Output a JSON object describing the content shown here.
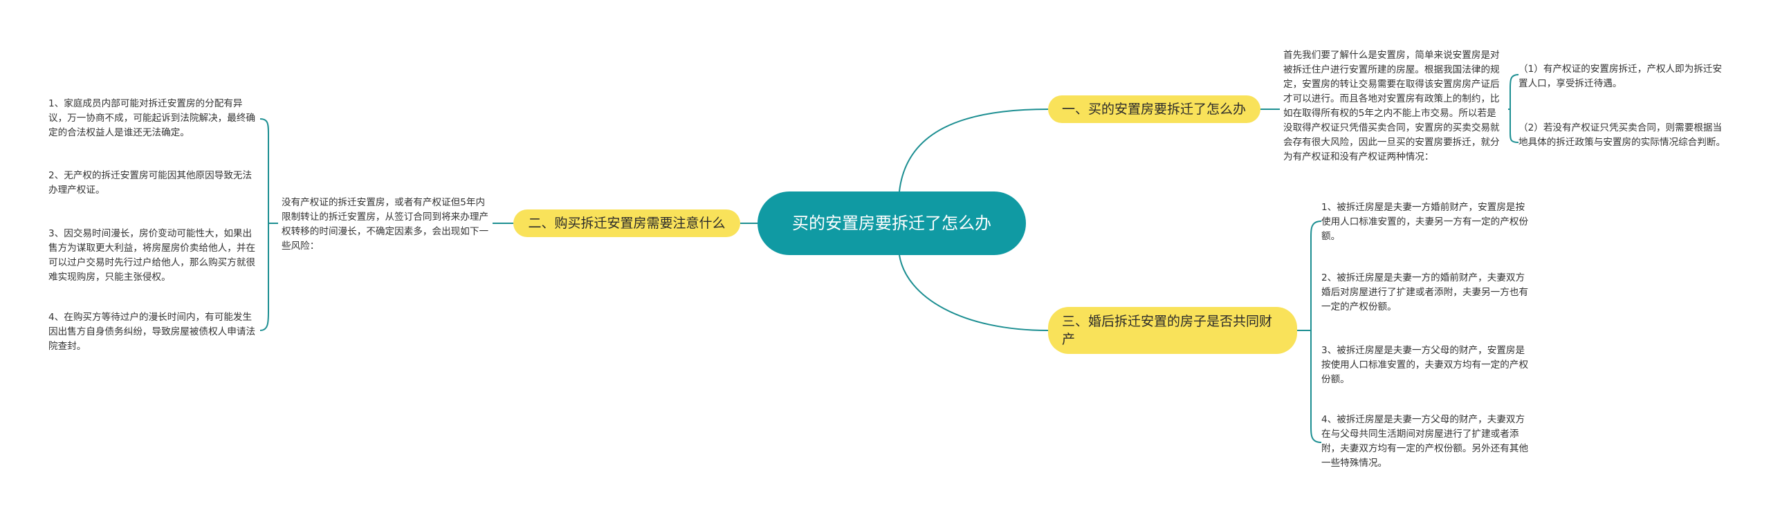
{
  "colors": {
    "root_bg": "#109aa3",
    "root_text": "#ffffff",
    "branch_bg": "#f9e25a",
    "connector": "#1b8e91",
    "text": "#333333"
  },
  "root": {
    "label": "买的安置房要拆迁了怎么办"
  },
  "branches": [
    {
      "label": "一、买的安置房要拆迁了怎么办",
      "paragraph": "首先我们要了解什么是安置房，简单来说安置房是对被拆迁住户进行安置所建的房屋。根据我国法律的规定，安置房的转让交易需要在取得该安置房房产证后才可以进行。而且各地对安置房有政策上的制约，比如在取得所有权的5年之内不能上市交易。所以若是没取得产权证只凭借买卖合同，安置房的买卖交易就会存有很大风险，因此一旦买的安置房要拆迁，就分为有产权证和没有产权证两种情况：",
      "items": [
        "（1）有产权证的安置房拆迁，产权人即为拆迁安置人口，享受拆迁待遇。",
        "（2）若没有产权证只凭买卖合同，则需要根据当地具体的拆迁政策与安置房的实际情况综合判断。"
      ]
    },
    {
      "label": "二、购买拆迁安置房需要注意什么",
      "paragraph": "没有产权证的拆迁安置房，或者有产权证但5年内限制转让的拆迁安置房，从签订合同到将来办理产权转移的时间漫长，不确定因素多，会出现如下一些风险：",
      "items": [
        "1、家庭成员内部可能对拆迁安置房的分配有异议，万一协商不成，可能起诉到法院解决，最终确定的合法权益人是谁还无法确定。",
        "2、无产权的拆迁安置房可能因其他原因导致无法办理产权证。",
        "3、因交易时间漫长，房价变动可能性大，如果出售方为谋取更大利益，将房屋房价卖给他人，并在可以过户交易时先行过户给他人，那么购买方就很难实现购房，只能主张侵权。",
        "4、在购买方等待过户的漫长时间内，有可能发生因出售方自身债务纠纷，导致房屋被债权人申请法院查封。"
      ]
    },
    {
      "label": "三、婚后拆迁安置的房子是否共同财产",
      "items": [
        "1、被拆迁房屋是夫妻一方婚前财产，安置房是按使用人口标准安置的，夫妻另一方有一定的产权份额。",
        "2、被拆迁房屋是夫妻一方的婚前财产，夫妻双方婚后对房屋进行了扩建或者添附，夫妻另一方也有一定的产权份额。",
        "3、被拆迁房屋是夫妻一方父母的财产，安置房是按使用人口标准安置的，夫妻双方均有一定的产权份额。",
        "4、被拆迁房屋是夫妻一方父母的财产，夫妻双方在与父母共同生活期间对房屋进行了扩建或者添附，夫妻双方均有一定的产权份额。另外还有其他一些特殊情况。"
      ]
    }
  ]
}
